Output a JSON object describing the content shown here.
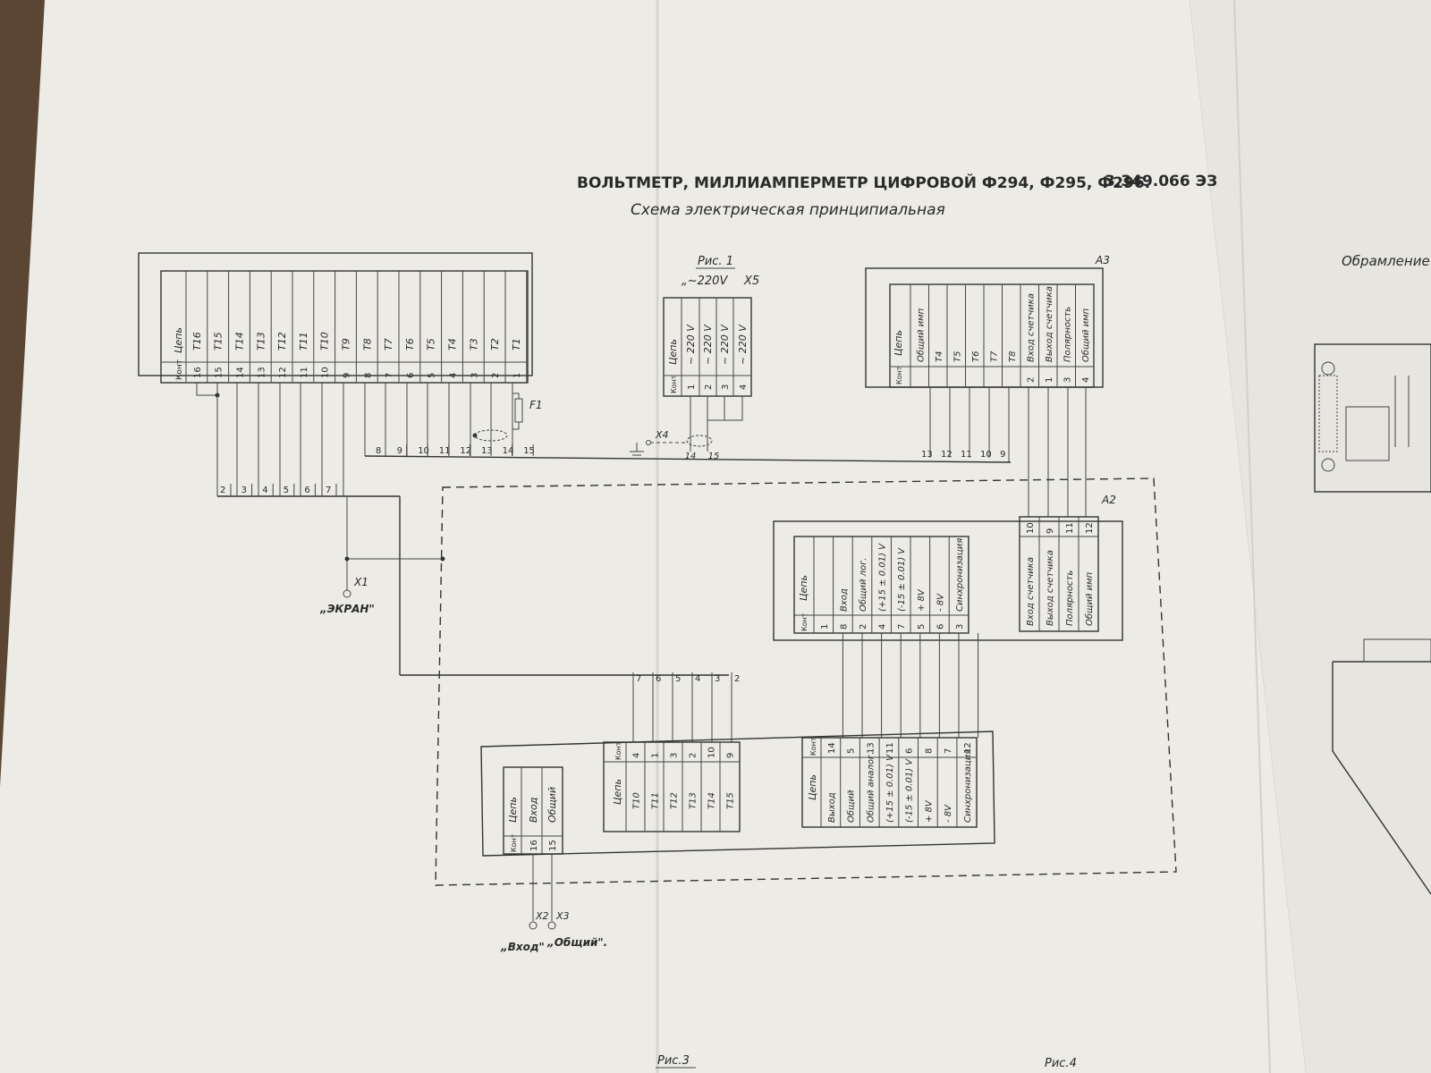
{
  "title": {
    "main": "ВОЛЬТМЕТР, МИЛЛИАМПЕРМЕТР  ЦИФРОВОЙ  Ф294, Ф295, Ф296.",
    "code": "3.349.066 ЭЗ",
    "subtitle": "Схема  электрическая   принципиальная"
  },
  "side_label": "Обрамление",
  "fig_labels": {
    "fig1": "Рис. 1",
    "fig3": "Рис.3",
    "fig4": "Рис.4"
  },
  "power": {
    "voltage_label": "„~220V",
    "connector": "X5",
    "pins": [
      "1",
      "2",
      "3",
      "4"
    ],
    "circuits": [
      "~ 220 V",
      "~ 220 V",
      "~ 220 V",
      "~ 220 V"
    ],
    "ground_label": "X4",
    "bus_nums": [
      "14",
      "15"
    ]
  },
  "common": {
    "head_kont": "Конт",
    "head_circuit": "Цепь"
  },
  "left_block": {
    "pins": [
      "16",
      "15",
      "14",
      "13",
      "12",
      "11",
      "10",
      "9",
      "8",
      "7",
      "6",
      "5",
      "4",
      "3",
      "2",
      "1"
    ],
    "circuits": [
      "Т16",
      "Т15",
      "Т14",
      "Т13",
      "Т12",
      "Т11",
      "Т10",
      "Т9",
      "Т8",
      "Т7",
      "Т6",
      "Т5",
      "Т4",
      "Т3",
      "Т2",
      "Т1"
    ],
    "fuse": "F1",
    "bus_lower": [
      "2",
      "3",
      "4",
      "5",
      "6",
      "7"
    ],
    "bus_right": [
      "8",
      "9",
      "10",
      "11",
      "12",
      "13",
      "14",
      "15"
    ]
  },
  "a3": {
    "label": "А3",
    "pins": [
      "2",
      "1",
      "3",
      "4"
    ],
    "circuits": [
      "Общий имп",
      "Т4",
      "Т5",
      "Т6",
      "Т7",
      "Т8",
      "Вход счетчика",
      "Выход счетчика",
      "Полярность",
      "Общий имп"
    ],
    "bus": [
      "13",
      "12",
      "11",
      "10",
      "9"
    ]
  },
  "a2": {
    "label": "А2",
    "left_pins": [
      "1",
      "8",
      "2",
      "4",
      "7",
      "5",
      "6",
      "3"
    ],
    "left_circuits": [
      "Вход",
      "Общий лог.",
      "(+15 ± 0.01) V",
      "(-15 ± 0.01) V",
      "+ 8V",
      "- 8V",
      "Синхронизация"
    ],
    "right_pins": [
      "10",
      "9",
      "11",
      "12"
    ],
    "right_circuits": [
      "Вход счетчика",
      "Выход счетчика",
      "Полярность",
      "Общий имп"
    ]
  },
  "screen": {
    "connector": "X1",
    "label": "„ЭКРАН\""
  },
  "bus_bottom": [
    "7",
    "6",
    "5",
    "4",
    "3",
    "2"
  ],
  "bottom_left": {
    "pins": [
      "16",
      "15"
    ],
    "circuits": [
      "Вход",
      "Общий"
    ]
  },
  "bottom_mid": {
    "pins": [
      "4",
      "1",
      "3",
      "2",
      "10",
      "9"
    ],
    "circuits": [
      "Т10",
      "Т11",
      "Т12",
      "Т13",
      "Т14",
      "Т15"
    ]
  },
  "bottom_right": {
    "pins": [
      "14",
      "5",
      "13",
      "11",
      "6",
      "8",
      "7",
      "12"
    ],
    "circuits": [
      "Выход",
      "Общий",
      "Общий аналог.",
      "(+15 ± 0.01) V",
      "(-15 ± 0.01) V",
      "+ 8V",
      "- 8V",
      "Синхронизация"
    ]
  },
  "terminals": {
    "x2": "X2",
    "x3": "X3",
    "x2_label": "„Вход\"",
    "x3_label": "„Общий\"."
  }
}
